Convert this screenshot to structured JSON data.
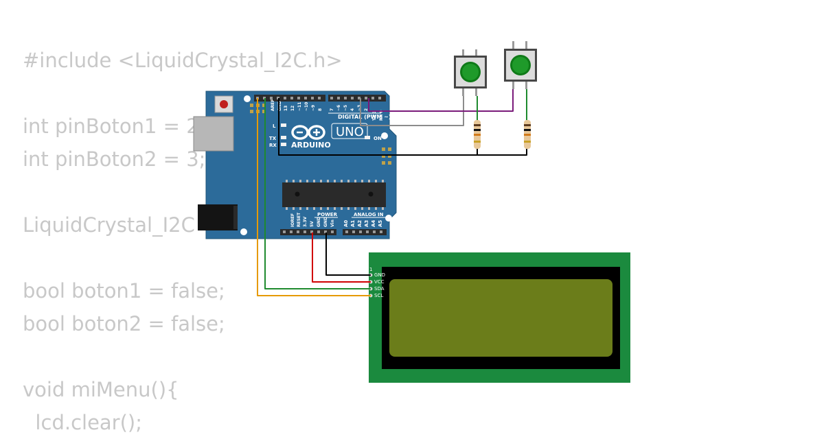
{
  "code_lines": [
    "#include <LiquidCrystal_I2C.h>",
    "",
    "int pinBoton1 = 2;",
    "int pinBoton2 = 3;",
    "",
    "LiquidCrystal_I2C",
    "",
    "bool boton1 = false;",
    "bool boton2 = false;",
    "",
    "void miMenu(){",
    "  lcd.clear();"
  ],
  "arduino": {
    "brand": "ARDUINO",
    "model": "UNO",
    "digital_label": "DIGITAL (PWM ~)",
    "power_label": "POWER",
    "analog_label": "ANALOG IN",
    "aref_label": "AREF",
    "gnd_label": "GND",
    "tx_label": "TX",
    "rx_label": "RX",
    "l_label": "L",
    "on_label": "ON",
    "digital_pins": [
      "13",
      "12",
      "~11",
      "~10",
      "~9",
      "8",
      "7",
      "~6",
      "~5",
      "4",
      "~3",
      "2",
      "TX 1",
      "RX 0"
    ],
    "power_pins": [
      "IOREF",
      "RESET",
      "3.3V",
      "5V",
      "GND",
      "GND",
      "Vin"
    ],
    "analog_pins": [
      "A0",
      "A1",
      "A2",
      "A3",
      "A4",
      "A5"
    ]
  },
  "lcd": {
    "pin1_label": "1",
    "pins": [
      "GND",
      "VCC",
      "SDA",
      "SCL"
    ],
    "board_color": "#1b8a3e",
    "screen_color": "#6b7d1a"
  },
  "wire_colors": {
    "gnd": "#000000",
    "vcc": "#d00000",
    "sda": "#1e8a2e",
    "scl": "#e69a00",
    "pin2": "#7a1a7a",
    "pin3": "#8c8c8c"
  },
  "buttons": [
    {
      "name": "button-1",
      "color": "#1f9a2a"
    },
    {
      "name": "button-2",
      "color": "#1f9a2a"
    }
  ]
}
